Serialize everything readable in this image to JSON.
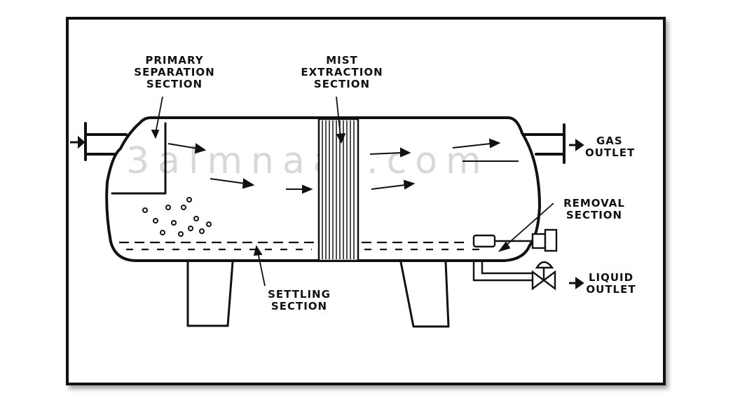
{
  "labels": {
    "primary_separation": [
      "PRIMARY",
      "SEPARATION",
      "SECTION"
    ],
    "mist_extraction": [
      "MIST",
      "EXTRACTION",
      "SECTION"
    ],
    "gas_outlet": [
      "GAS",
      "OUTLET"
    ],
    "removal": [
      "REMOVAL",
      "SECTION"
    ],
    "liquid_outlet": [
      "LIQUID",
      "OUTLET"
    ],
    "settling": [
      "SETTLING",
      "SECTION"
    ]
  },
  "watermark": "3almnaat.com",
  "colors": {
    "ink": "#111111",
    "frame": "#111111",
    "watermark": "#d8d8d8"
  }
}
